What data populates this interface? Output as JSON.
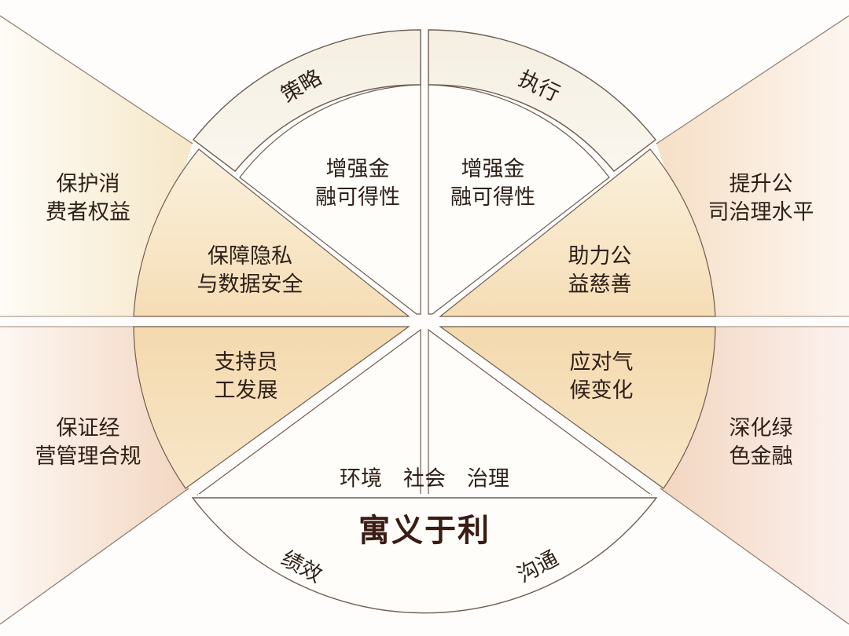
{
  "diagram": {
    "center_title": "寓义于利",
    "pillars": "环境　社会　治理",
    "arc_labels": {
      "top_left": "策略",
      "top_right": "执行",
      "bottom_left": "绩效",
      "bottom_right": "沟通"
    },
    "inner_sectors": {
      "top_left": [
        "增强金",
        "融可得性"
      ],
      "top_right": [
        "增强金",
        "融可得性"
      ],
      "upper_left": [
        "保障隐私",
        "与数据安全"
      ],
      "upper_right": [
        "助力公",
        "益慈善"
      ],
      "lower_left": [
        "支持员",
        "工发展"
      ],
      "lower_right": [
        "应对气",
        "候变化"
      ]
    },
    "outer_regions": {
      "upper_left": [
        "保护消",
        "费者权益"
      ],
      "upper_right": [
        "提升公",
        "司治理水平"
      ],
      "lower_left": [
        "保证经",
        "营管理合规"
      ],
      "lower_right": [
        "深化绿",
        "色金融"
      ]
    },
    "colors": {
      "line": "#6e5c50",
      "text": "#2e1f17",
      "title": "#3a1c14",
      "sector_gold": "#f6dfb9",
      "sector_peach": "#f3d9c4",
      "band_cream": "#f7f1e4",
      "background": "#fefdfb"
    }
  }
}
